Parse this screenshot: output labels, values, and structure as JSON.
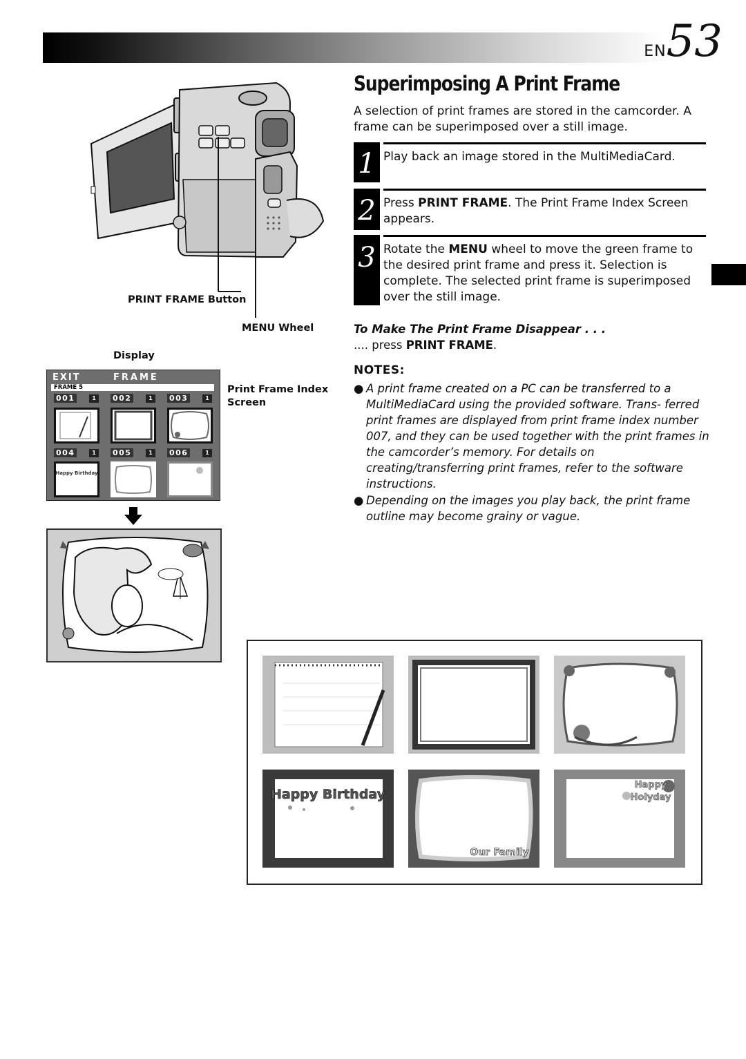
{
  "header": {
    "page_prefix": "EN",
    "page_number": "53"
  },
  "title": "Superimposing A Print Frame",
  "intro": "A selection of print frames are stored in the camcorder. A frame can be superimposed over a still image.",
  "steps": [
    {
      "number": "1",
      "text": "Play back an image stored in the MultiMediaCard."
    },
    {
      "number": "2",
      "text_parts": [
        "Press ",
        "PRINT FRAME",
        ". The Print Frame Index Screen appears."
      ]
    },
    {
      "number": "3",
      "text_parts": [
        "Rotate the ",
        "MENU",
        " wheel to move the green frame to the desired print frame and press it. Selection is complete. The selected print frame is superimposed over the still image."
      ]
    }
  ],
  "disappear": {
    "title": "To Make The Print Frame Disappear . . .",
    "prefix": ".... press ",
    "action": "PRINT FRAME",
    "suffix": "."
  },
  "notes": {
    "heading": "NOTES:",
    "items": [
      "A print frame created on a PC can be transferred to a MultiMediaCard using the provided software. Trans- ferred print frames are displayed from print frame index number 007, and they can be used together with the print frames in the camcorder’s memory. For details on creating/transferring print frames, refer to the software instructions.",
      "Depending on the images you play back, the print frame outline may become grainy or vague."
    ]
  },
  "labels": {
    "print_frame_button": "PRINT FRAME Button",
    "menu_wheel": "MENU Wheel",
    "display": "Display",
    "print_frame_index_screen": [
      "Print Frame Index",
      "Screen"
    ]
  },
  "lcd": {
    "exit": "EXIT",
    "title": "FRAME",
    "frame_label": "FRAME 5",
    "tiles": [
      {
        "number": "001",
        "sub": "1"
      },
      {
        "number": "002",
        "sub": "1"
      },
      {
        "number": "003",
        "sub": "1"
      },
      {
        "number": "004",
        "sub": "1"
      },
      {
        "number": "005",
        "sub": "1"
      },
      {
        "number": "006",
        "sub": "1"
      }
    ],
    "birthday_text": "Happy Birthday"
  },
  "frame_samples": {
    "birthday": "Happy Birthday",
    "family": "Our Family",
    "holiday": [
      "Happy",
      "Holyday"
    ]
  }
}
